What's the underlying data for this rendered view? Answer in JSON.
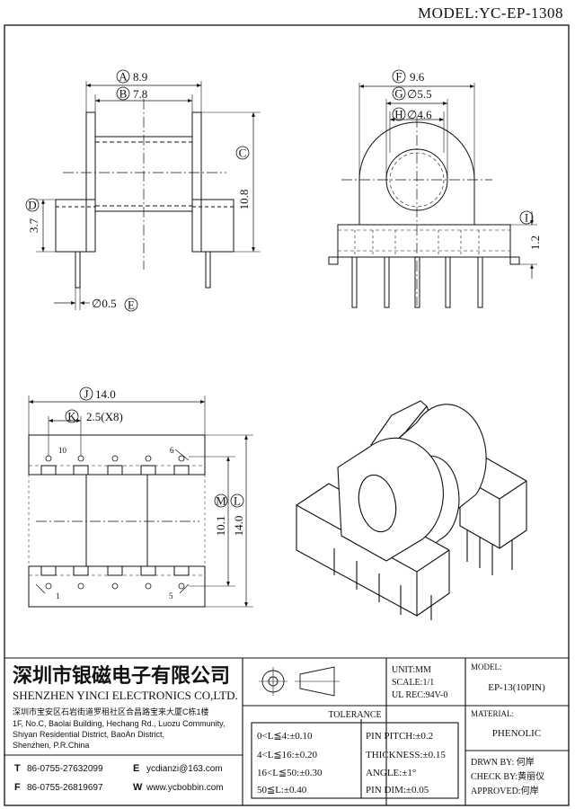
{
  "model_header": "MODEL:YC-EP-1308",
  "dims": {
    "A": {
      "letter": "A",
      "value": "8.9"
    },
    "B": {
      "letter": "B",
      "value": "7.8"
    },
    "C": {
      "letter": "C",
      "value": "10.8"
    },
    "D": {
      "letter": "D",
      "value": "3.7"
    },
    "E": {
      "letter": "E",
      "value": "∅0.5"
    },
    "F": {
      "letter": "F",
      "value": "9.6"
    },
    "G": {
      "letter": "G",
      "value": "∅5.5"
    },
    "H": {
      "letter": "H",
      "value": "∅4.6"
    },
    "I": {
      "letter": "I",
      "value": "1.2"
    },
    "J": {
      "letter": "J",
      "value": "14.0"
    },
    "K": {
      "letter": "K",
      "value": "2.5(X8)"
    },
    "L": {
      "letter": "L",
      "value": "14.0"
    },
    "M": {
      "letter": "M",
      "value": "10.1"
    }
  },
  "pin_labels": {
    "p10": "10",
    "p6": "6",
    "p1": "1",
    "p5": "5"
  },
  "company": {
    "name_cn": "深圳市银磁电子有限公司",
    "name_en": "SHENZHEN YINCI ELECTRONICS CO,LTD.",
    "addr_cn": "深圳市宝安区石岩街道罗租社区合昌路宝来大厦C栋1楼",
    "addr_en_1": "1F, No.C, Baolai Building, Hechang Rd., Luozu Community,",
    "addr_en_2": "Shiyan Residential District, BaoAn District,",
    "addr_en_3": "Shenzhen, P.R.China",
    "tel_label": "T",
    "tel": "86-0755-27632099",
    "fax_label": "F",
    "fax": "86-0755-26819697",
    "email_label": "E",
    "email": "ycdianzi@163.com",
    "web_label": "W",
    "web": "www.ycbobbin.com"
  },
  "unit": {
    "unit": "UNIT:MM",
    "scale": "SCALE:1/1",
    "ul": "UL REC:94V-0"
  },
  "tolerance": {
    "title": "TOLERANCE",
    "rows": [
      "0<L≦4:±0.10",
      "4<L≦16:±0.20",
      "16<L≦50:±0.30",
      "50≦L:±0.40"
    ],
    "right": [
      "PIN PITCH:±0.2",
      "THICKNESS:±0.15",
      "ANGLE:±1°",
      "PIN DIM:±0.05"
    ]
  },
  "model_box": {
    "label": "MODEL:",
    "value": "EP-13(10PIN)"
  },
  "material": {
    "label": "MATERIAL:",
    "value": "PHENOLIC"
  },
  "approvals": {
    "drwn": "DRWN BY: 何岸",
    "check": "CHECK BY:黄丽仪",
    "approved": "APPROVED:何岸"
  }
}
